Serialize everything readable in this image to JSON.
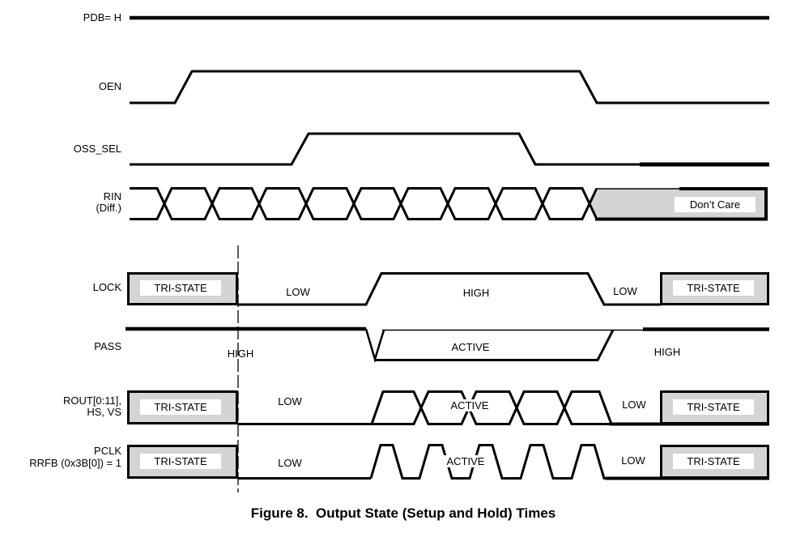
{
  "caption": "Figure 8.  Output State (Setup and Hold) Times",
  "colors": {
    "line": "#000000",
    "gray_fill": "#d4d4d4",
    "background": "#ffffff"
  },
  "signals": {
    "pdb": {
      "label": "PDB= H"
    },
    "oen": {
      "label": "OEN"
    },
    "oss_sel": {
      "label": "OSS_SEL"
    },
    "rin": {
      "label_line1": "RIN",
      "label_line2": "(Diff.)",
      "dont_care": "Don’t Care"
    },
    "lock": {
      "label": "LOCK",
      "tri_state_left": "TRI-STATE",
      "low_left": "LOW",
      "high": "HIGH",
      "low_right": "LOW",
      "tri_state_right": "TRI-STATE"
    },
    "pass": {
      "label": "PASS",
      "high_left": "HIGH",
      "active": "ACTIVE",
      "high_right": "HIGH"
    },
    "rout": {
      "label_line1": "ROUT[0:11],",
      "label_line2": "HS, VS",
      "tri_state_left": "TRI-STATE",
      "low_left": "LOW",
      "active": "ACTIVE",
      "low_right": "LOW",
      "tri_state_right": "TRI-STATE"
    },
    "pclk": {
      "label_line1": "PCLK",
      "label_line2": "RRFB (0x3B[0]) = 1",
      "tri_state_left": "TRI-STATE",
      "low_left": "LOW",
      "active": "ACTIVE",
      "low_right": "LOW",
      "tri_state_right": "TRI-STATE"
    }
  }
}
